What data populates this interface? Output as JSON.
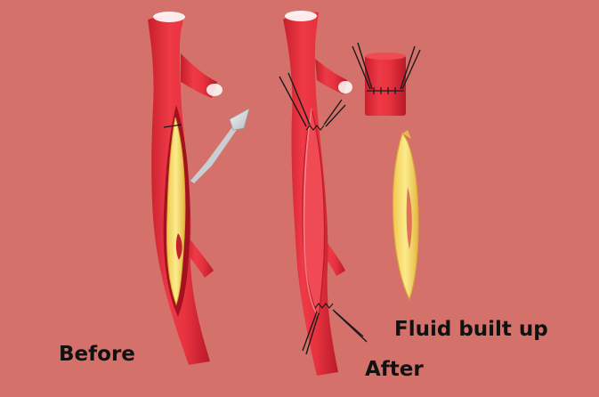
{
  "labels": {
    "before": "Before",
    "after": "After",
    "fluid": "Fluid built up"
  },
  "colors": {
    "background": "#d4716a",
    "artery": "#e8323f",
    "artery_dark": "#c4202e",
    "artery_highlight": "#ff8a90",
    "plaque": "#f6e27a",
    "plaque_edge": "#d9a93a",
    "instrument": "#d9dde0",
    "suture": "#1a1a1a"
  }
}
